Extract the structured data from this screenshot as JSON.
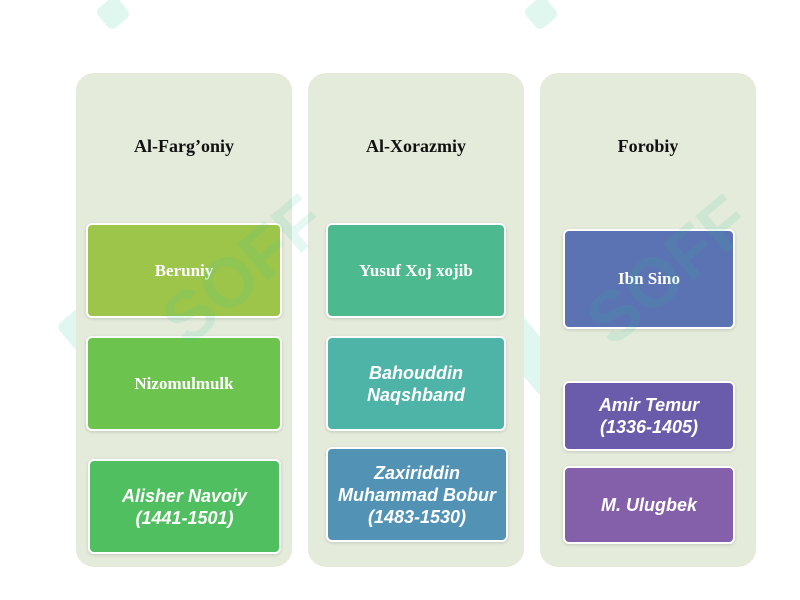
{
  "watermark": "SOFF",
  "colors": {
    "column_bg": "#e4ebdb",
    "beruniy": "#9cc54a",
    "nizomulmulk": "#6cc34e",
    "alisher": "#4fbf5f",
    "yusuf": "#4cb98e",
    "bahouddin": "#4fb4a8",
    "bobur": "#5293b5",
    "ibn_sino": "#5b72b3",
    "amir_temur": "#6a5bab",
    "ulugbek": "#8560aa"
  },
  "columns": [
    {
      "title": "Al-Farg’oniy",
      "boxes": [
        {
          "label": "Beruniy"
        },
        {
          "label": "Nizomulmulk"
        },
        {
          "label": "Alisher Navoiy (1441-1501)"
        }
      ]
    },
    {
      "title": "Al-Xorazmiy",
      "boxes": [
        {
          "label": "Yusuf Xoj xojib"
        },
        {
          "label": "Bahouddin Naqshband"
        },
        {
          "label": "Zaxiriddin Muhammad Bobur (1483-1530)"
        }
      ]
    },
    {
      "title": "Forobiy",
      "boxes": [
        {
          "label": "Ibn Sino"
        },
        {
          "label": "Amir Temur (1336-1405)"
        },
        {
          "label": "M. Ulugbek"
        }
      ]
    }
  ]
}
